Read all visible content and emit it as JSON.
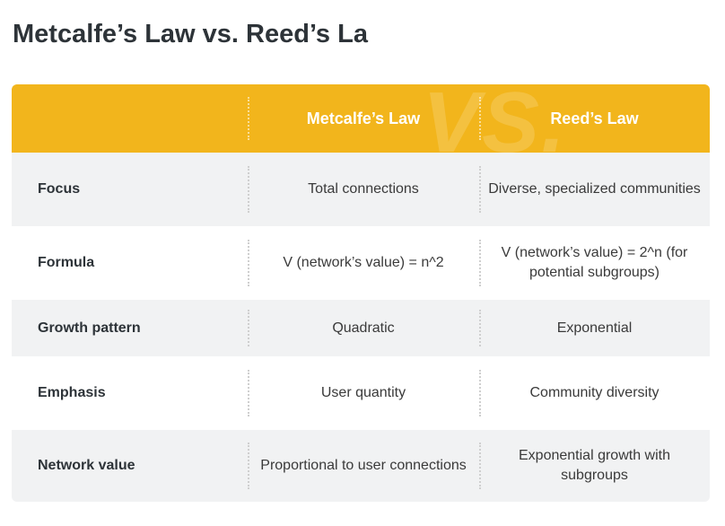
{
  "title": "Metcalfe’s Law vs. Reed’s La",
  "header": {
    "watermark": "VS.",
    "col1": "",
    "col2": "Metcalfe’s Law",
    "col3": "Reed’s Law"
  },
  "rows": [
    {
      "label": "Focus",
      "metcalfe": "Total connections",
      "reed": "Diverse, specialized communities"
    },
    {
      "label": "Formula",
      "metcalfe": "V (network’s value) = n^2",
      "reed": "V (network’s value) = 2^n (for potential subgroups)"
    },
    {
      "label": "Growth pattern",
      "metcalfe": "Quadratic",
      "reed": "Exponential"
    },
    {
      "label": "Emphasis",
      "metcalfe": "User quantity",
      "reed": "Community diversity"
    },
    {
      "label": "Network value",
      "metcalfe": "Proportional to user connections",
      "reed": "Exponential growth with subgroups"
    }
  ],
  "colors": {
    "header_bg": "#f2b51c",
    "shaded_row_bg": "#f1f2f3",
    "title_text": "#2d3338"
  }
}
